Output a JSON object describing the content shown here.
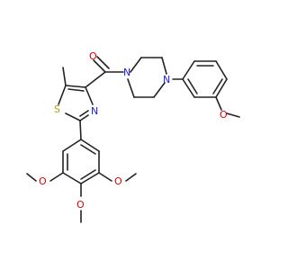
{
  "colors": {
    "bond": "#222222",
    "oxygen": "#e00000",
    "nitrogen": "#2020e0",
    "sulfur": "#b8a200",
    "background": "#ffffff"
  },
  "labels": {
    "carbonyl_o": "O",
    "piperazine_n1": "N",
    "piperazine_n4": "N",
    "thiazole_n": "N",
    "thiazole_s": "S",
    "aryl_methoxy_o": "O",
    "tmp_o_left": "O",
    "tmp_o_bottom": "O",
    "tmp_o_right": "O"
  }
}
